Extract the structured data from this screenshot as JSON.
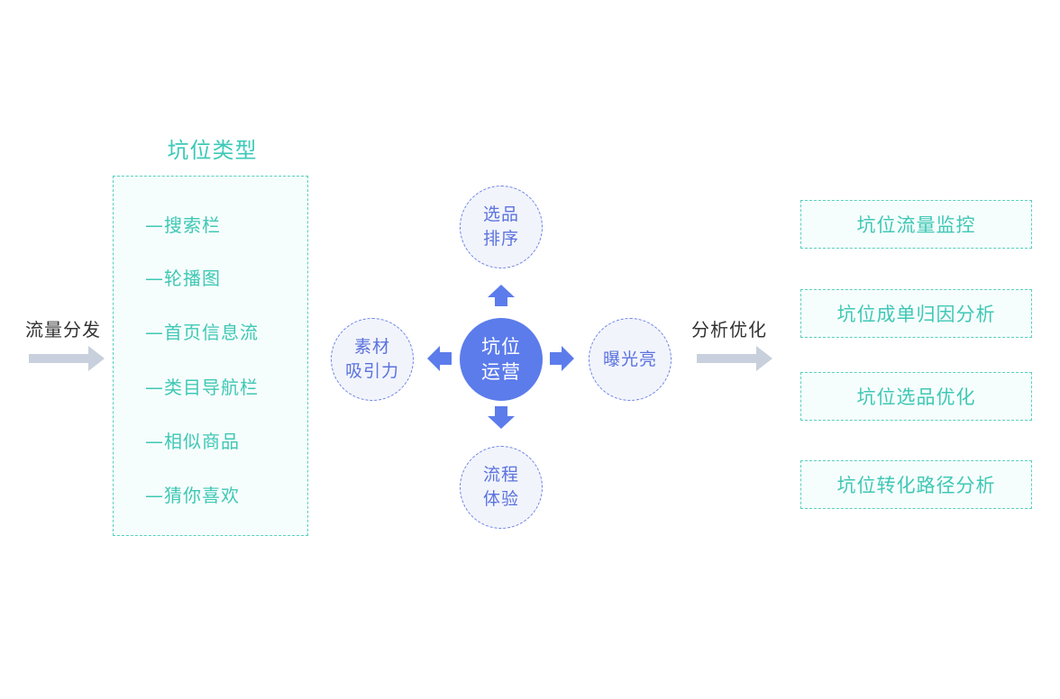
{
  "colors": {
    "teal": "#3fc8b5",
    "blue": "#5c7ceb",
    "arrow_gray": "#c7d0dc",
    "dark_text": "#333333"
  },
  "left": {
    "label": "流量分发"
  },
  "slot_types": {
    "title": "坑位类型",
    "items": [
      "—搜索栏",
      "—轮播图",
      "—首页信息流",
      "—类目导航栏",
      "—相似商品",
      "—猜你喜欢"
    ]
  },
  "hub": {
    "center": "坑位\n运营",
    "top": "选品\n排序",
    "right": "曝光亮",
    "bottom": "流程\n体验",
    "left": "素材\n吸引力"
  },
  "right": {
    "label": "分析优化",
    "items": [
      "坑位流量监控",
      "坑位成单归因分析",
      "坑位选品优化",
      "坑位转化路径分析"
    ]
  }
}
